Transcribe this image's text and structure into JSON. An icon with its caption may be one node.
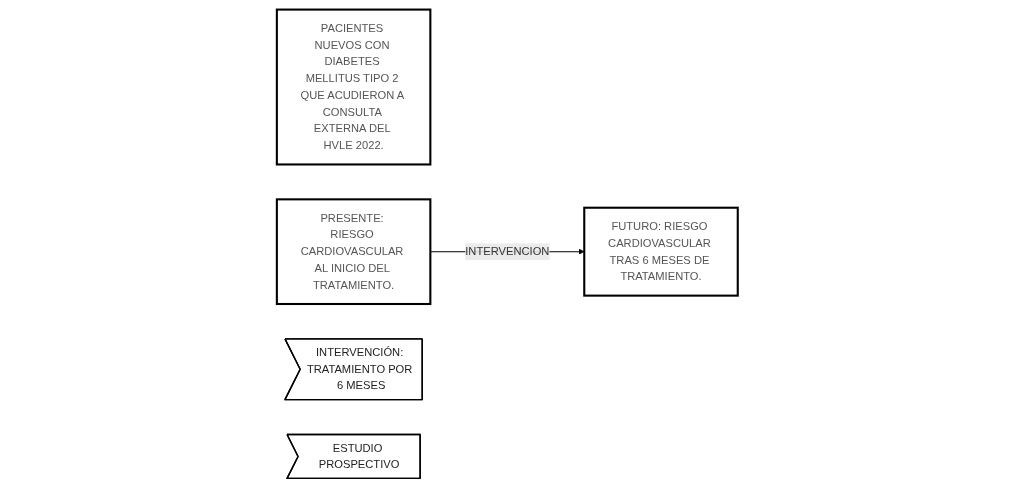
{
  "diagram": {
    "nodes": [
      {
        "text": [
          "PACIENTES NUEVOS CON DIABETES MELLITUS TIPO 2 QUE ACUDIERON A CONSULTA EXTERNA DEL HVLE 2022."
        ]
      },
      {
        "text": [
          "PRESENTE: RIESGO CARDIOVASCULAR AL INICIO DEL TRATAMIENTO."
        ]
      },
      {
        "text": [
          "FUTURO: RIESGO CARDIOVASCULAR TRAS 6 MESES DE TRATAMIENTO."
        ]
      },
      {
        "text": [
          "INTERVENCIÓN: TRATAMIENTO POR 6 MESES"
        ]
      },
      {
        "text": [
          "ESTUDIO PROSPECTIVO"
        ]
      }
    ],
    "edges": [
      {
        "from": 1,
        "to": 2,
        "arrow": "to",
        "label": "INTERVENCION"
      }
    ]
  }
}
